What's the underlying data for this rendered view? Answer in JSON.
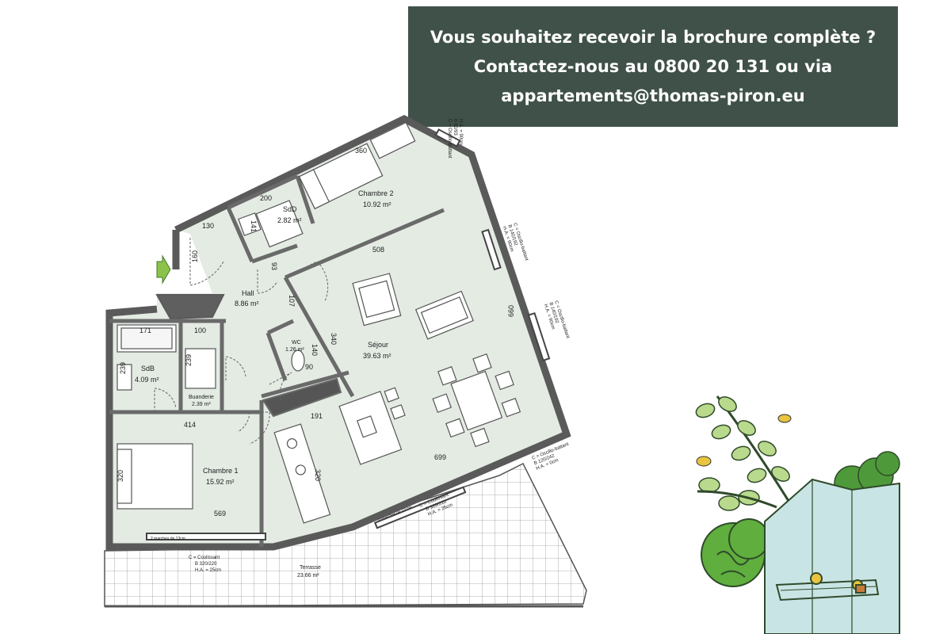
{
  "banner": {
    "line1": "Vous souhaitez recevoir la brochure complète ?",
    "line2": "Contactez-nous au 0800 20 131 ou via",
    "line3": "appartements@thomas-piron.eu"
  },
  "rooms": {
    "chambre2": {
      "name": "Chambre 2",
      "area": "10.92 m²"
    },
    "sdd": {
      "name": "SdD",
      "area": "2.82 m²"
    },
    "hall": {
      "name": "Hall",
      "area": "8.86 m²"
    },
    "wc": {
      "name": "WC",
      "area": "1.26 m²"
    },
    "sejour": {
      "name": "Séjour",
      "area": "39.63 m²"
    },
    "sdb": {
      "name": "SdB",
      "area": "4.09 m²"
    },
    "buanderie": {
      "name": "Buanderie",
      "area": "2.39 m²"
    },
    "chambre1": {
      "name": "Chambre 1",
      "area": "15.92 m²"
    },
    "terrasse": {
      "name": "Terrasse",
      "area": "23.66 m²"
    }
  },
  "dimensions": {
    "d360": "360",
    "d200": "200",
    "d141": "141",
    "d130": "130",
    "d160": "160",
    "d508": "508",
    "d93": "93",
    "d107": "107",
    "d340": "340",
    "d660": "660",
    "d171": "171",
    "d100": "100",
    "d239a": "239",
    "d239b": "239",
    "d140": "140",
    "d90": "90",
    "d191": "191",
    "d414": "414",
    "d320a": "320",
    "d320b": "320",
    "d569": "569",
    "d699": "699"
  },
  "window_labels": {
    "w1": [
      "C = Oscillo-battant",
      "B 80/93",
      "H.A. = 90cm"
    ],
    "w2": [
      "C = Oscillo-battant",
      "B 140/192",
      "H.A. = 90cm"
    ],
    "w3": [
      "C = Oscillo-battant",
      "B 140/192",
      "H.A. = 90cm"
    ],
    "w4": [
      "C = Oscillo-battant",
      "B 120/242",
      "H.A. = 0cm"
    ],
    "w5": [
      "C = Coulissant",
      "B 320/220",
      "H.A. = 25cm"
    ],
    "w6": [
      "C = Coulissant",
      "B 320/220",
      "H.A. = 25cm"
    ]
  },
  "notes": {
    "marches1": "2 marches de 13cm",
    "marches2": "2 marches de 13 cm"
  }
}
